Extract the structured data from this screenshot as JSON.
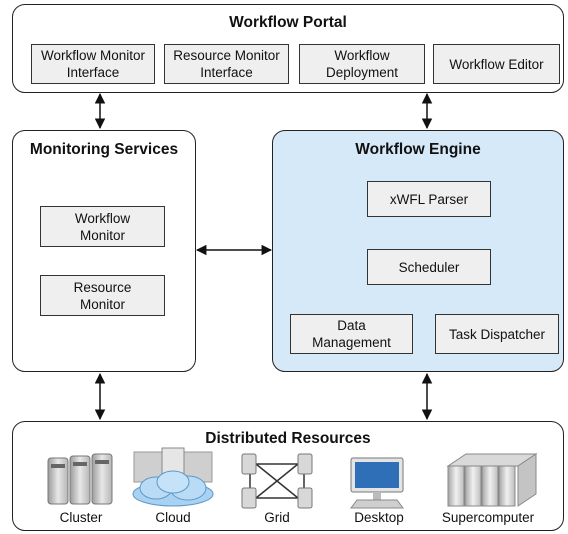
{
  "portal": {
    "title": "Workflow Portal",
    "items": [
      "Workflow Monitor Interface",
      "Resource Monitor Interface",
      "Workflow Deployment",
      "Workflow Editor"
    ]
  },
  "monitoring": {
    "title": "Monitoring Services",
    "workflow_monitor": "Workflow Monitor",
    "resource_monitor": "Resource Monitor"
  },
  "engine": {
    "title": "Workflow Engine",
    "parser": "xWFL Parser",
    "scheduler": "Scheduler",
    "data_management": "Data Management",
    "task_dispatcher": "Task Dispatcher"
  },
  "resources": {
    "title": "Distributed Resources",
    "items": [
      "Cluster",
      "Cloud",
      "Grid",
      "Desktop",
      "Supercomputer"
    ]
  },
  "icons": [
    "cluster-icon",
    "cloud-icon",
    "grid-icon",
    "desktop-icon",
    "supercomputer-icon"
  ]
}
